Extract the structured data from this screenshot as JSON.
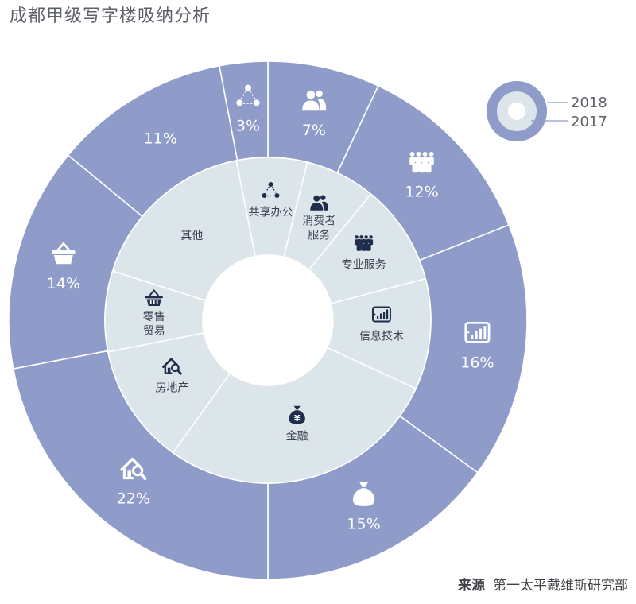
{
  "title": "成都甲级写字楼吸纳分析",
  "source": {
    "label": "来源",
    "text": "第一太平戴维斯研究部"
  },
  "legend": {
    "outer": "2018",
    "inner": "2017"
  },
  "colors": {
    "outer_ring": "#8f9bc9",
    "inner_ring": "#dce5ea",
    "icon_dark": "#1f2c4a",
    "outer_text": "#ffffff",
    "inner_text": "#3c4150",
    "divider_outer": "#ffffff",
    "divider_inner": "#ffffff",
    "accent_line": "#e07a5f"
  },
  "chart_data": {
    "type": "pie",
    "title": "成都甲级写字楼吸纳分析",
    "series": [
      {
        "name": "2018",
        "categories": [
          "消费者服务",
          "专业服务",
          "信息技术",
          "金融",
          "房地产",
          "零售贸易",
          "其他",
          "共享办公"
        ],
        "values": [
          7,
          12,
          16,
          15,
          22,
          14,
          11,
          3
        ],
        "labels": [
          "7%",
          "12%",
          "16%",
          "15%",
          "22%",
          "14%",
          "11%",
          "3%"
        ],
        "icons": [
          "consumer-icon",
          "crowd-icon",
          "tablet-chart-icon",
          "money-bag-icon",
          "house-search-icon",
          "basket-icon",
          "",
          "network-icon"
        ]
      },
      {
        "name": "2017",
        "categories": [
          "消费者服务",
          "专业服务",
          "信息技术",
          "金融",
          "房地产",
          "零售贸易",
          "其他",
          "共享办公"
        ],
        "labels": [
          "消费者服务",
          "专业服务",
          "信息技术",
          "金融",
          "房地产",
          "零售贸易",
          "其他",
          "共享办公"
        ],
        "values": [
          7,
          10,
          11,
          28,
          12,
          8,
          17,
          7
        ],
        "icons": [
          "consumer-icon",
          "crowd-icon",
          "tablet-chart-icon",
          "money-bag-icon",
          "house-search-icon",
          "basket-icon",
          "",
          "network-icon"
        ]
      }
    ]
  }
}
